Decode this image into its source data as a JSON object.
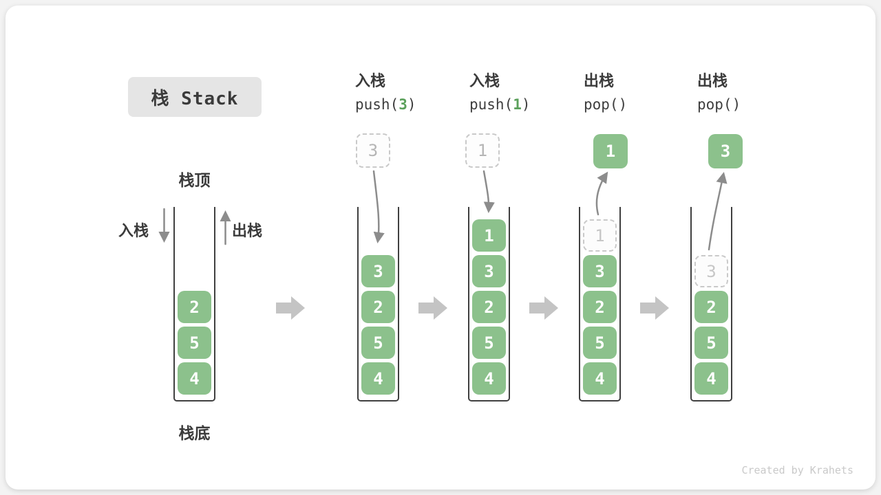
{
  "title": {
    "text": "栈 Stack"
  },
  "side_labels": {
    "stack_top": "栈顶",
    "stack_bottom": "栈底",
    "push": "入栈",
    "pop": "出栈"
  },
  "base_stack": {
    "items": [
      "4",
      "5",
      "2"
    ]
  },
  "steps": [
    {
      "op": "入栈",
      "code": {
        "pre": "push(",
        "arg": "3",
        "post": ")"
      },
      "float": {
        "value": "3",
        "style": "dashed"
      },
      "stack": {
        "items": [
          "4",
          "5",
          "2",
          "3"
        ],
        "ghost_top": false
      }
    },
    {
      "op": "入栈",
      "code": {
        "pre": "push(",
        "arg": "1",
        "post": ")"
      },
      "float": {
        "value": "1",
        "style": "dashed"
      },
      "stack": {
        "items": [
          "4",
          "5",
          "2",
          "3",
          "1"
        ],
        "ghost_top": false
      }
    },
    {
      "op": "出栈",
      "code": {
        "pre": "pop(",
        "arg": "",
        "post": ")"
      },
      "float": {
        "value": "1",
        "style": "solid"
      },
      "stack": {
        "items": [
          "4",
          "5",
          "2",
          "3",
          "1"
        ],
        "ghost_top": true
      }
    },
    {
      "op": "出栈",
      "code": {
        "pre": "pop(",
        "arg": "",
        "post": ")"
      },
      "float": {
        "value": "3",
        "style": "solid"
      },
      "stack": {
        "items": [
          "4",
          "5",
          "2",
          "3"
        ],
        "ghost_top": true
      }
    }
  ],
  "colors": {
    "box_green": "#8CC18C",
    "code_arg_green": "#5BA05B",
    "arrow_gray": "#8C8C8C",
    "block_arrow_gray": "#C4C4C4",
    "text_dark": "#3B3B3B",
    "ghost_gray": "#C9C9C9",
    "title_bg": "#E5E5E5",
    "watermark_gray": "#C9C9C9"
  },
  "watermark": "Created by Krahets"
}
